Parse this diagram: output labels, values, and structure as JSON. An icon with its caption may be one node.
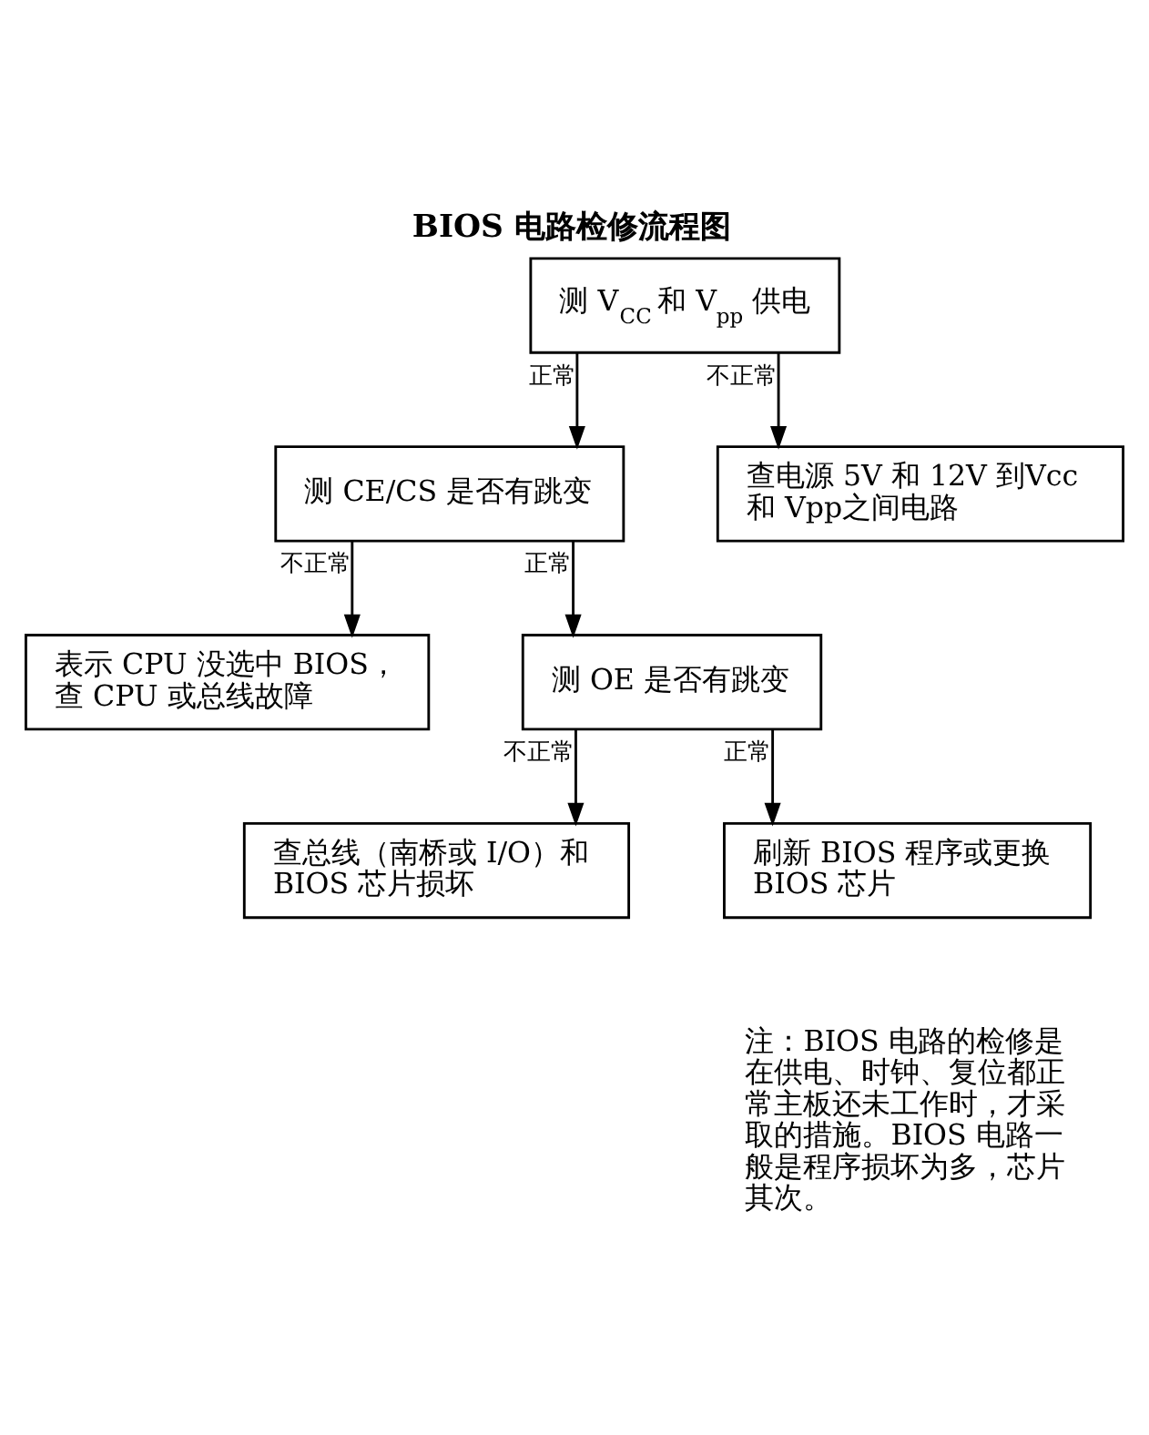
{
  "diagram": {
    "title": "BIOS 电路检修流程图",
    "nodes": [
      {
        "text": [
          "测 V$_{CC}$ 和 V$_{pp}$ 供电"
        ]
      },
      {
        "text": [
          "测 CE/CS 是否有跳变"
        ]
      },
      {
        "text": [
          "查电源 5V 和 12V 到Vcc 和 Vpp之间电路"
        ]
      },
      {
        "text": [
          "表示 CPU 没选中 BIOS，查 CPU 或总线故障"
        ]
      },
      {
        "text": [
          "测 OE 是否有跳变"
        ]
      },
      {
        "text": [
          "查总线（南桥或 I/O）和 BIOS 芯片损坏"
        ]
      },
      {
        "text": [
          "刷新 BIOS 程序或更换 BIOS 芯片"
        ]
      }
    ],
    "edges": [
      {
        "from": 0,
        "to": 1,
        "arrow": "to",
        "label": "正常"
      },
      {
        "from": 0,
        "to": 2,
        "arrow": "to",
        "label": "不正常"
      },
      {
        "from": 1,
        "to": 3,
        "arrow": "to",
        "label": "不正常"
      },
      {
        "from": 1,
        "to": 4,
        "arrow": "to",
        "label": "正常"
      },
      {
        "from": 4,
        "to": 5,
        "arrow": "to",
        "label": "不正常"
      },
      {
        "from": 4,
        "to": 6,
        "arrow": "to",
        "label": "正常"
      }
    ],
    "labels": [
      "注：BIOS 电路的检修是在供电、时钟、复位都正常主板还未工作时，才采取的措施。BIOS 电路一般是程序损坏为多，芯片其次。"
    ]
  }
}
